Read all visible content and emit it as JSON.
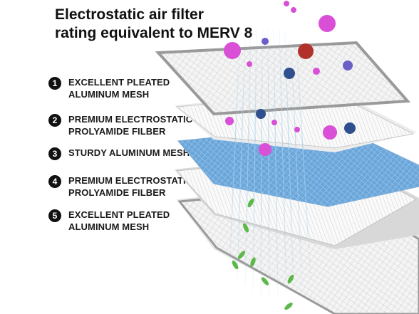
{
  "title": {
    "line1": "Electrostatic air filter",
    "line2": "rating equivalent to MERV 8"
  },
  "layers": [
    {
      "number": "1",
      "line1": "EXCELLENT PLEATED",
      "line2": "ALUMINUM MESH"
    },
    {
      "number": "2",
      "line1": "PREMIUM ELECTROSTATIC",
      "line2": "PROLYAMIDE FILBER"
    },
    {
      "number": "3",
      "line1": "STURDY ALUMINUM MESH",
      "line2": ""
    },
    {
      "number": "4",
      "line1": "PREMIUM ELECTROSTATIC",
      "line2": "PROLYAMIDE FILBER"
    },
    {
      "number": "5",
      "line1": "EXCELLENT PLEATED",
      "line2": "ALUMINUM MESH"
    }
  ],
  "colors": {
    "text": "#111111",
    "frame": "#9a9a9a",
    "mesh_blue": "#5b9bd5",
    "virus_magenta": "#d94fd6",
    "virus_navy": "#2f4f8f",
    "virus_red": "#b0322a",
    "leaf_green": "#5db84a",
    "airflow": "#9fd0f0"
  },
  "icons": [
    "virus-icon",
    "leaf-icon",
    "airflow-lines"
  ]
}
